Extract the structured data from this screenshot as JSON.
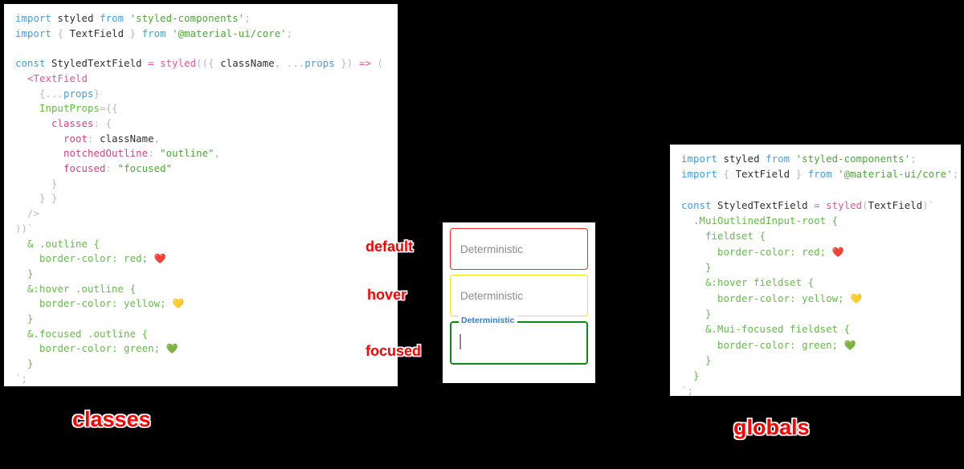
{
  "background_color": "#000000",
  "panels": {
    "classes": {
      "title": "classes",
      "code_lines": [
        [
          {
            "t": "import",
            "c": "kw"
          },
          {
            "t": " ",
            "c": "name"
          },
          {
            "t": "styled",
            "c": "name"
          },
          {
            "t": " ",
            "c": "name"
          },
          {
            "t": "from",
            "c": "kw"
          },
          {
            "t": " ",
            "c": "name"
          },
          {
            "t": "'styled-components'",
            "c": "str"
          },
          {
            "t": ";",
            "c": "punct"
          }
        ],
        [
          {
            "t": "import",
            "c": "kw"
          },
          {
            "t": " ",
            "c": "name"
          },
          {
            "t": "{",
            "c": "punct"
          },
          {
            "t": " TextField ",
            "c": "name"
          },
          {
            "t": "}",
            "c": "punct"
          },
          {
            "t": " ",
            "c": "name"
          },
          {
            "t": "from",
            "c": "kw"
          },
          {
            "t": " ",
            "c": "name"
          },
          {
            "t": "'@material-ui/core'",
            "c": "str"
          },
          {
            "t": ";",
            "c": "punct"
          }
        ],
        [],
        [
          {
            "t": "const",
            "c": "kw"
          },
          {
            "t": " StyledTextField ",
            "c": "name"
          },
          {
            "t": "=",
            "c": "op"
          },
          {
            "t": " ",
            "c": "name"
          },
          {
            "t": "styled",
            "c": "fn"
          },
          {
            "t": "((",
            "c": "punct"
          },
          {
            "t": "{ ",
            "c": "punct"
          },
          {
            "t": "className",
            "c": "name"
          },
          {
            "t": ",",
            "c": "punct"
          },
          {
            "t": " ",
            "c": "name"
          },
          {
            "t": "...",
            "c": "punct"
          },
          {
            "t": "props",
            "c": "blue"
          },
          {
            "t": " })",
            "c": "punct"
          },
          {
            "t": " ",
            "c": "name"
          },
          {
            "t": "=>",
            "c": "op"
          },
          {
            "t": " (",
            "c": "punct"
          }
        ],
        [
          {
            "t": "  ",
            "c": "name"
          },
          {
            "t": "<TextField",
            "c": "tag"
          }
        ],
        [
          {
            "t": "    ",
            "c": "name"
          },
          {
            "t": "{",
            "c": "punct"
          },
          {
            "t": "...",
            "c": "punct"
          },
          {
            "t": "props",
            "c": "blue"
          },
          {
            "t": "}",
            "c": "punct"
          }
        ],
        [
          {
            "t": "    ",
            "c": "name"
          },
          {
            "t": "InputProps",
            "c": "green"
          },
          {
            "t": "=",
            "c": "punct"
          },
          {
            "t": "{{",
            "c": "punct"
          }
        ],
        [
          {
            "t": "      ",
            "c": "name"
          },
          {
            "t": "classes",
            "c": "prop"
          },
          {
            "t": ": ",
            "c": "punct"
          },
          {
            "t": "{",
            "c": "punct"
          }
        ],
        [
          {
            "t": "        ",
            "c": "name"
          },
          {
            "t": "root",
            "c": "prop"
          },
          {
            "t": ": ",
            "c": "punct"
          },
          {
            "t": "className",
            "c": "name"
          },
          {
            "t": ",",
            "c": "punct"
          }
        ],
        [
          {
            "t": "        ",
            "c": "name"
          },
          {
            "t": "notchedOutline",
            "c": "prop"
          },
          {
            "t": ": ",
            "c": "punct"
          },
          {
            "t": "\"outline\"",
            "c": "str"
          },
          {
            "t": ",",
            "c": "punct"
          }
        ],
        [
          {
            "t": "        ",
            "c": "name"
          },
          {
            "t": "focused",
            "c": "prop"
          },
          {
            "t": ": ",
            "c": "punct"
          },
          {
            "t": "\"focused\"",
            "c": "str"
          }
        ],
        [
          {
            "t": "      ",
            "c": "name"
          },
          {
            "t": "}",
            "c": "punct"
          }
        ],
        [
          {
            "t": "    ",
            "c": "name"
          },
          {
            "t": "} }",
            "c": "punct"
          }
        ],
        [
          {
            "t": "  ",
            "c": "name"
          },
          {
            "t": "/>",
            "c": "punct"
          }
        ],
        [
          {
            "t": "))`",
            "c": "punct"
          }
        ],
        [
          {
            "t": "  & .outline {",
            "c": "css"
          }
        ],
        [
          {
            "t": "    border-color: red; ",
            "c": "css"
          },
          {
            "t": "❤️",
            "c": "emoji"
          }
        ],
        [
          {
            "t": "  }",
            "c": "css"
          }
        ],
        [
          {
            "t": "  &:hover .outline {",
            "c": "css"
          }
        ],
        [
          {
            "t": "    border-color: yellow; ",
            "c": "css"
          },
          {
            "t": "💛",
            "c": "emoji"
          }
        ],
        [
          {
            "t": "  }",
            "c": "css"
          }
        ],
        [
          {
            "t": "  &.focused .outline {",
            "c": "css"
          }
        ],
        [
          {
            "t": "    border-color: green; ",
            "c": "css"
          },
          {
            "t": "💚",
            "c": "emoji"
          }
        ],
        [
          {
            "t": "  }",
            "c": "css"
          }
        ],
        [
          {
            "t": "`;",
            "c": "punct"
          }
        ]
      ]
    },
    "globals": {
      "title": "globals",
      "code_lines": [
        [
          {
            "t": "import",
            "c": "kw"
          },
          {
            "t": " ",
            "c": "name"
          },
          {
            "t": "styled",
            "c": "name"
          },
          {
            "t": " ",
            "c": "name"
          },
          {
            "t": "from",
            "c": "kw"
          },
          {
            "t": " ",
            "c": "name"
          },
          {
            "t": "'styled-components'",
            "c": "str"
          },
          {
            "t": ";",
            "c": "punct"
          }
        ],
        [
          {
            "t": "import",
            "c": "kw"
          },
          {
            "t": " ",
            "c": "name"
          },
          {
            "t": "{",
            "c": "punct"
          },
          {
            "t": " TextField ",
            "c": "name"
          },
          {
            "t": "}",
            "c": "punct"
          },
          {
            "t": " ",
            "c": "name"
          },
          {
            "t": "from",
            "c": "kw"
          },
          {
            "t": " ",
            "c": "name"
          },
          {
            "t": "'@material-ui/core'",
            "c": "str"
          },
          {
            "t": ";",
            "c": "punct"
          }
        ],
        [],
        [
          {
            "t": "const",
            "c": "kw"
          },
          {
            "t": " StyledTextField ",
            "c": "name"
          },
          {
            "t": "=",
            "c": "op"
          },
          {
            "t": " ",
            "c": "name"
          },
          {
            "t": "styled",
            "c": "fn"
          },
          {
            "t": "(",
            "c": "punct"
          },
          {
            "t": "TextField",
            "c": "name"
          },
          {
            "t": ")`",
            "c": "punct"
          }
        ],
        [
          {
            "t": "  .MuiOutlinedInput-root {",
            "c": "css"
          }
        ],
        [
          {
            "t": "    fieldset {",
            "c": "css"
          }
        ],
        [
          {
            "t": "      border-color: red; ",
            "c": "css"
          },
          {
            "t": "❤️",
            "c": "emoji"
          }
        ],
        [
          {
            "t": "    }",
            "c": "css"
          }
        ],
        [
          {
            "t": "    &:hover fieldset {",
            "c": "css"
          }
        ],
        [
          {
            "t": "      border-color: yellow; ",
            "c": "css"
          },
          {
            "t": "💛",
            "c": "emoji"
          }
        ],
        [
          {
            "t": "    }",
            "c": "css"
          }
        ],
        [
          {
            "t": "    &.Mui-focused fieldset {",
            "c": "css"
          }
        ],
        [
          {
            "t": "      border-color: green; ",
            "c": "css"
          },
          {
            "t": "💚",
            "c": "emoji"
          }
        ],
        [
          {
            "t": "    }",
            "c": "css"
          }
        ],
        [
          {
            "t": "  }",
            "c": "css"
          }
        ],
        [
          {
            "t": "`;",
            "c": "punct"
          }
        ]
      ]
    }
  },
  "demo": {
    "fields": {
      "default": {
        "text": "Deterministic",
        "border_color": "#f03030"
      },
      "hover": {
        "text": "Deterministic",
        "border_color": "#f2e41a"
      },
      "focused": {
        "label": "Deterministic",
        "value": "",
        "border_color": "#0b8a18",
        "label_color": "#2d7fd3"
      }
    }
  },
  "annotations": {
    "default": "default",
    "hover": "hover",
    "focused": "focused",
    "classes": "classes",
    "globals": "globals",
    "color": "#ff0000"
  }
}
